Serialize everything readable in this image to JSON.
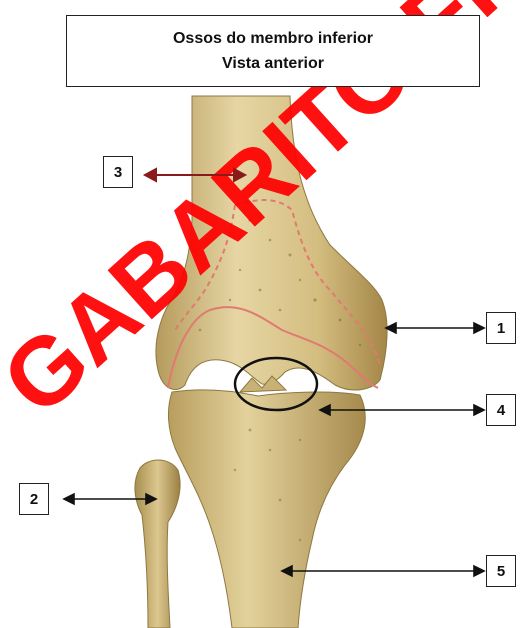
{
  "title": {
    "line1": "Ossos do membro inferior",
    "line2": "Vista anterior"
  },
  "watermark": {
    "text": "GABARITO FINAL",
    "color": "#ff0000"
  },
  "labels": {
    "l1": "1",
    "l2": "2",
    "l3": "3",
    "l4": "4",
    "l5": "5"
  },
  "colors": {
    "bone": "#d9c48a",
    "bone_shade": "#a88e4e",
    "outline_red": "#e07a70",
    "arrow": "#111111",
    "arrow3": "#8b1a1a"
  }
}
